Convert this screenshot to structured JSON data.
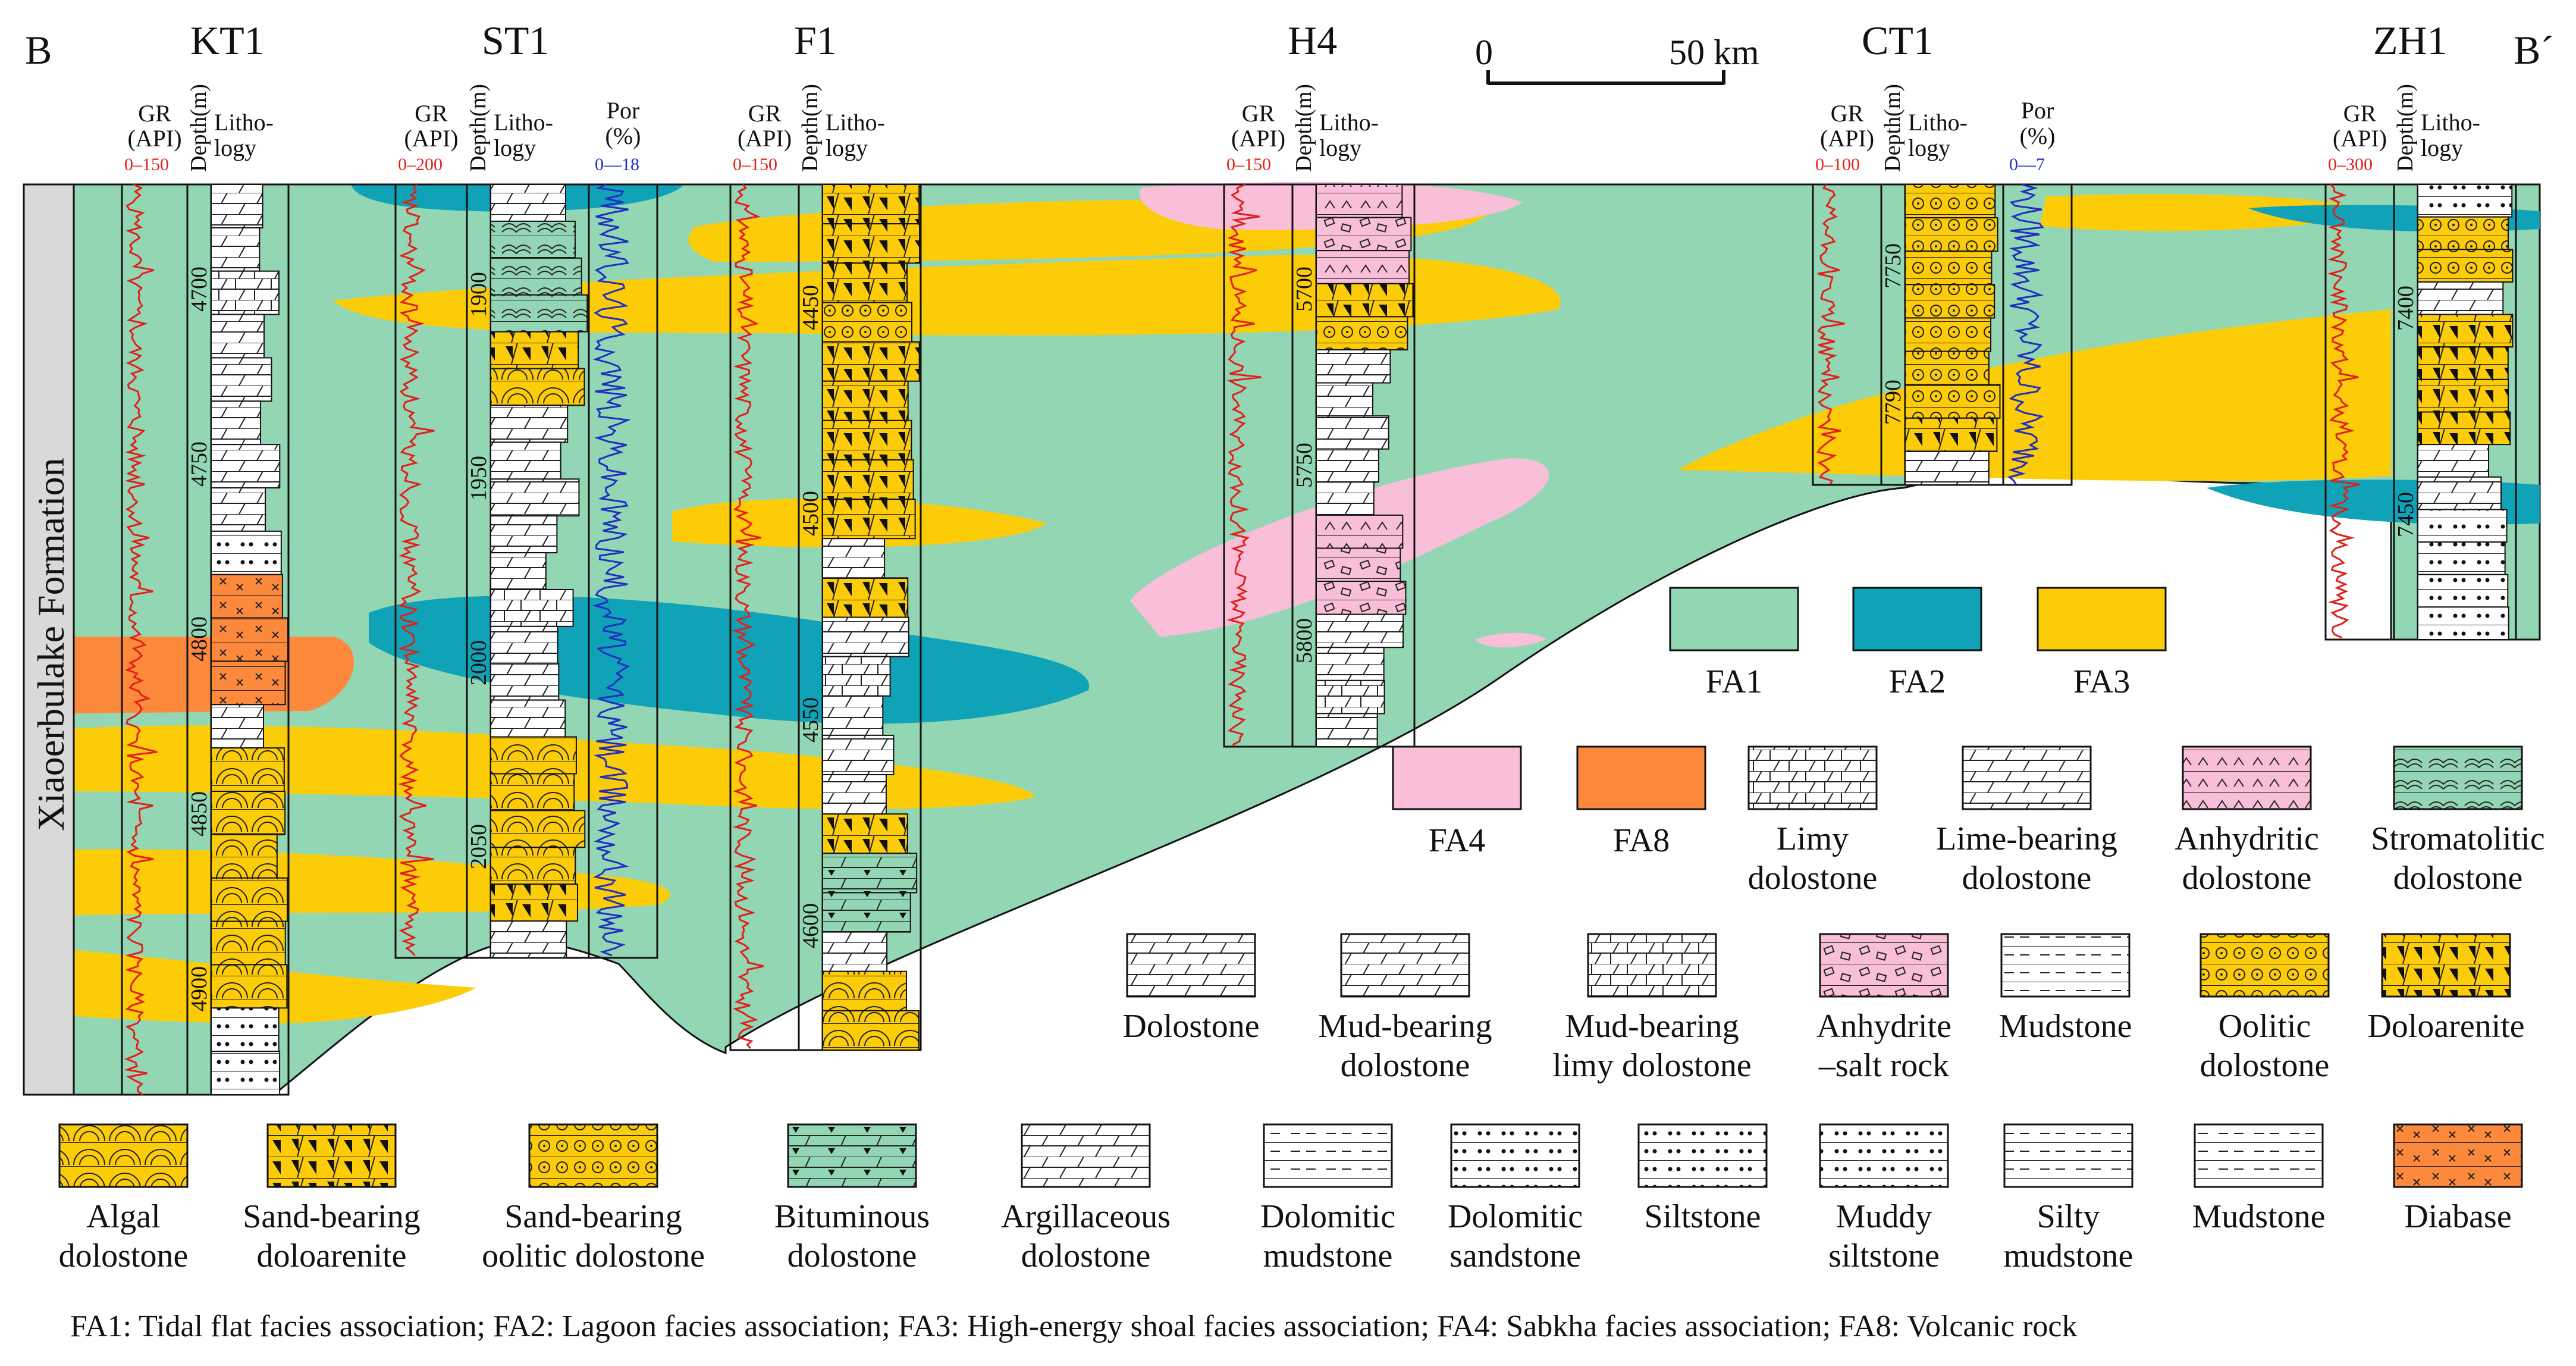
{
  "corners": {
    "left": "B",
    "right": "B´"
  },
  "scale_bar": {
    "zero": "0",
    "value": "50 km"
  },
  "formation": "Xiaoerbulake Formation",
  "colors": {
    "FA1": "#93d6b4",
    "FA2": "#10a3b8",
    "FA3": "#fccc08",
    "FA4": "#f9bfd8",
    "FA8": "#fd8a3c",
    "gr_curve": "#e0201c",
    "por_curve": "#1f2fbf"
  },
  "wells": [
    {
      "name": "KT1",
      "gr": "GR",
      "api": "(API)",
      "gr_scale": "0–150",
      "depth_label": "Depth(m)",
      "litho1": "Litho-",
      "litho2": "logy",
      "depths": [
        "4700",
        "4750",
        "4800",
        "4850",
        "4900"
      ]
    },
    {
      "name": "ST1",
      "gr": "GR",
      "api": "(API)",
      "gr_scale": "0–200",
      "depth_label": "Depth(m)",
      "litho1": "Litho-",
      "litho2": "logy",
      "por": "Por",
      "por_unit": "(%)",
      "por_scale": "0—18",
      "depths": [
        "1900",
        "1950",
        "2000",
        "2050"
      ]
    },
    {
      "name": "F1",
      "gr": "GR",
      "api": "(API)",
      "gr_scale": "0–150",
      "depth_label": "Depth(m)",
      "litho1": "Litho-",
      "litho2": "logy",
      "depths": [
        "4450",
        "4500",
        "4550",
        "4600"
      ]
    },
    {
      "name": "H4",
      "gr": "GR",
      "api": "(API)",
      "gr_scale": "0–150",
      "depth_label": "Depth(m)",
      "litho1": "Litho-",
      "litho2": "logy",
      "depths": [
        "5700",
        "5750",
        "5800"
      ]
    },
    {
      "name": "CT1",
      "gr": "GR",
      "api": "(API)",
      "gr_scale": "0–100",
      "depth_label": "Depth(m)",
      "litho1": "Litho-",
      "litho2": "logy",
      "por": "Por",
      "por_unit": "(%)",
      "por_scale": "0—7",
      "depths": [
        "7750",
        "7790"
      ]
    },
    {
      "name": "ZH1",
      "gr": "GR",
      "api": "(API)",
      "gr_scale": "0–300",
      "depth_label": "Depth(m)",
      "litho1": "Litho-",
      "litho2": "logy",
      "depths": [
        "7400",
        "7450"
      ]
    }
  ],
  "facies_legend": [
    {
      "key": "FA1",
      "label": "FA1"
    },
    {
      "key": "FA2",
      "label": "FA2"
    },
    {
      "key": "FA3",
      "label": "FA3"
    },
    {
      "key": "FA4",
      "label": "FA4"
    },
    {
      "key": "FA8",
      "label": "FA8"
    }
  ],
  "litho_legend": [
    {
      "pattern": "limy-dolostone",
      "line1": "Limy",
      "line2": "dolostone"
    },
    {
      "pattern": "lime-bearing-dolostone",
      "line1": "Lime-bearing",
      "line2": "dolostone"
    },
    {
      "pattern": "anhydritic-dolostone",
      "line1": "Anhydritic",
      "line2": "dolostone"
    },
    {
      "pattern": "stromatolitic-dolostone",
      "line1": "Stromatolitic",
      "line2": "dolostone"
    },
    {
      "pattern": "dolostone",
      "line1": "Dolostone",
      "line2": ""
    },
    {
      "pattern": "mud-bearing-dolostone",
      "line1": "Mud-bearing",
      "line2": "dolostone"
    },
    {
      "pattern": "mud-bearing-limy-dolostone",
      "line1": "Mud-bearing",
      "line2": "limy dolostone"
    },
    {
      "pattern": "anhydrite-salt-rock",
      "line1": "Anhydrite",
      "line2": "–salt rock"
    },
    {
      "pattern": "mudstone",
      "line1": "Mudstone",
      "line2": ""
    },
    {
      "pattern": "oolitic-dolostone",
      "line1": "Oolitic",
      "line2": "dolostone"
    },
    {
      "pattern": "doloarenite",
      "line1": "Doloarenite",
      "line2": ""
    },
    {
      "pattern": "algal-dolostone",
      "line1": "Algal",
      "line2": "dolostone"
    },
    {
      "pattern": "sand-bearing-doloarenite",
      "line1": "Sand-bearing",
      "line2": "doloarenite"
    },
    {
      "pattern": "sand-bearing-oolitic-dolostone",
      "line1": "Sand-bearing",
      "line2": "oolitic dolostone"
    },
    {
      "pattern": "bituminous-dolostone",
      "line1": "Bituminous",
      "line2": "dolostone"
    },
    {
      "pattern": "argillaceous-dolostone",
      "line1": "Argillaceous",
      "line2": "dolostone"
    },
    {
      "pattern": "dolomitic-mudstone",
      "line1": "Dolomitic",
      "line2": "mudstone"
    },
    {
      "pattern": "dolomitic-sandstone",
      "line1": "Dolomitic",
      "line2": "sandstone"
    },
    {
      "pattern": "siltstone",
      "line1": "Siltstone",
      "line2": ""
    },
    {
      "pattern": "muddy-siltstone",
      "line1": "Muddy",
      "line2": "siltstone"
    },
    {
      "pattern": "silty-mudstone",
      "line1": "Silty",
      "line2": "mudstone"
    },
    {
      "pattern": "mudstone-2",
      "line1": "Mudstone",
      "line2": ""
    },
    {
      "pattern": "diabase",
      "line1": "Diabase",
      "line2": ""
    }
  ],
  "caption": "FA1: Tidal flat facies association; FA2: Lagoon facies association; FA3: High-energy shoal facies association; FA4: Sabkha facies association; FA8: Volcanic rock"
}
